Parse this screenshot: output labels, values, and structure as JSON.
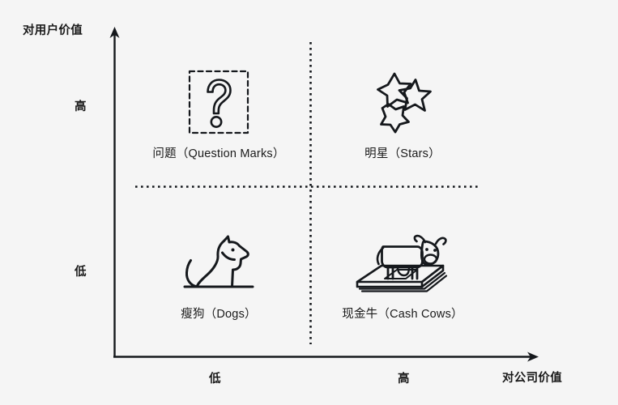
{
  "diagram": {
    "type": "2x2-matrix",
    "background_color": "#f5f5f5",
    "ink_color": "#15181c",
    "y_axis": {
      "title": "对用户价值",
      "ticks": [
        {
          "label": "高",
          "position": "upper"
        },
        {
          "label": "低",
          "position": "lower"
        }
      ]
    },
    "x_axis": {
      "title": "对公司价值",
      "ticks": [
        {
          "label": "低",
          "position": "left"
        },
        {
          "label": "高",
          "position": "right"
        }
      ]
    },
    "divider_style": "dotted",
    "quadrants": [
      {
        "id": "question-marks",
        "label": "问题（Question Marks）",
        "icon": "question-mark-icon",
        "x": "low",
        "y": "high"
      },
      {
        "id": "stars",
        "label": "明星（Stars）",
        "icon": "stars-icon",
        "x": "high",
        "y": "high"
      },
      {
        "id": "dogs",
        "label": "瘦狗（Dogs）",
        "icon": "dog-icon",
        "x": "low",
        "y": "low"
      },
      {
        "id": "cash-cows",
        "label": "现金牛（Cash Cows）",
        "icon": "cow-on-money-icon",
        "x": "high",
        "y": "low"
      }
    ]
  }
}
